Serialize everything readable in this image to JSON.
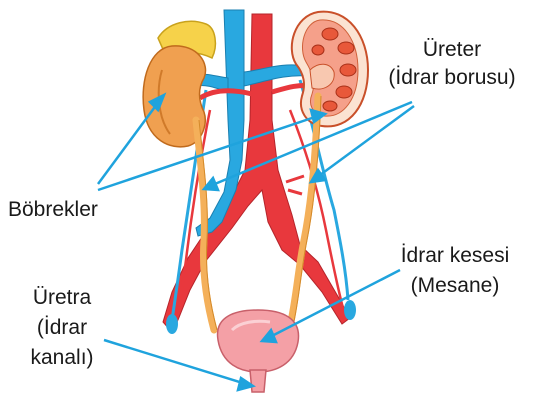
{
  "labels": {
    "ureter_line1": "Üreter",
    "ureter_line2": "(İdrar borusu)",
    "kidneys": "Böbrekler",
    "bladder_line1": "İdrar kesesi",
    "bladder_line2": "(Mesane)",
    "urethra_line1": "Üretra",
    "urethra_line2": "(İdrar",
    "urethra_line3": "kanalı)"
  },
  "colors": {
    "kidney": "#f0a050",
    "adrenal": "#f6d24a",
    "artery": "#e8383d",
    "vein": "#29a8e0",
    "ureter": "#f4b05a",
    "bladder": "#f4a0a6",
    "pointer": "#1fa3dd"
  }
}
